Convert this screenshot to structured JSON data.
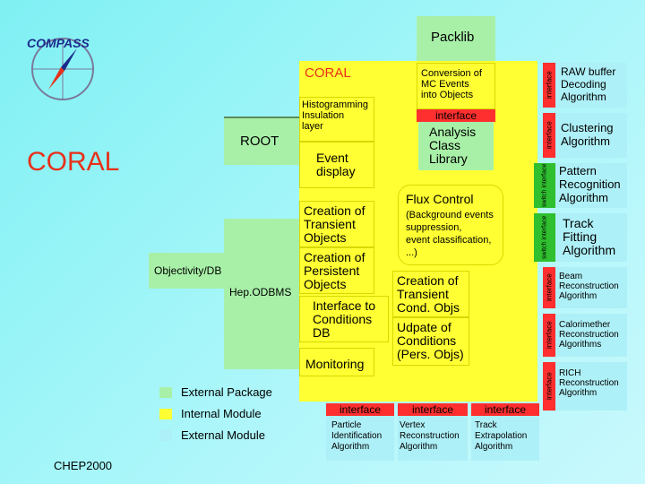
{
  "logo": {
    "text": "COMPASS"
  },
  "title": "CORAL",
  "footer": "CHEP2000",
  "colors": {
    "external_package": "#a8f0a8",
    "internal_module": "#ffff33",
    "external_module": "#aef0f7",
    "interface": "#ff2f2f",
    "title_red": "#e8301a"
  },
  "packlib": "Packlib",
  "coral_label": "CORAL",
  "conversion": [
    "Conversion of",
    "MC Events",
    "into Objects"
  ],
  "interface": "interface",
  "analysis": [
    "Analysis",
    "Class",
    "Library"
  ],
  "histogramming": [
    "Histogramming",
    "Insulation",
    "layer"
  ],
  "root": "ROOT",
  "event_display": [
    "Event",
    "display"
  ],
  "flux_title": "Flux Control",
  "flux_lines": [
    "(Background events",
    "suppression,",
    "event classification,",
    "...)"
  ],
  "creation_transient": [
    "Creation of",
    "Transient",
    "Objects"
  ],
  "creation_persistent": [
    "Creation of",
    "Persistent",
    "Objects"
  ],
  "objectivity": "Objectivity/DB",
  "hepodbms": "Hep.ODBMS",
  "interface_conditions": [
    "Interface to",
    "Conditions",
    "DB"
  ],
  "creation_cond": [
    "Creation of",
    "Transient",
    "Cond. Objs"
  ],
  "update_cond": [
    "Udpate of",
    "Conditions",
    "(Pers. Objs)"
  ],
  "monitoring": "Monitoring",
  "right_modules": [
    {
      "tab": "interface",
      "lines": [
        "RAW buffer",
        "Decoding",
        "Algorithm"
      ]
    },
    {
      "tab": "interface",
      "lines": [
        "Clustering",
        "Algorithm"
      ]
    },
    {
      "tab": "switch interface",
      "lines": [
        "Pattern",
        "Recognition",
        "Algorithm"
      ]
    },
    {
      "tab": "switch interface",
      "lines": [
        "Track",
        "Fitting",
        "Algorithm"
      ]
    },
    {
      "tab": "interface",
      "lines": [
        "Beam",
        "Reconstruction",
        "Algorithm"
      ]
    },
    {
      "tab": "interface",
      "lines": [
        "Calorimether",
        "Reconstruction",
        "Algorithms"
      ]
    },
    {
      "tab": "interface",
      "lines": [
        "RICH",
        "Reconstruction",
        "Algorithm"
      ]
    }
  ],
  "bottom_modules": [
    {
      "tab": "interface",
      "lines": [
        "Particle",
        "Identification",
        "Algorithm"
      ]
    },
    {
      "tab": "interface",
      "lines": [
        "Vertex",
        "Reconstruction",
        "Algorithm"
      ]
    },
    {
      "tab": "interface",
      "lines": [
        "Track",
        "Extrapolation",
        "Algorithm"
      ]
    }
  ],
  "legend": [
    {
      "label": "External Package",
      "color": "#a8f0a8"
    },
    {
      "label": "Internal Module",
      "color": "#ffff33"
    },
    {
      "label": "External Module",
      "color": "#aef0f7"
    }
  ]
}
